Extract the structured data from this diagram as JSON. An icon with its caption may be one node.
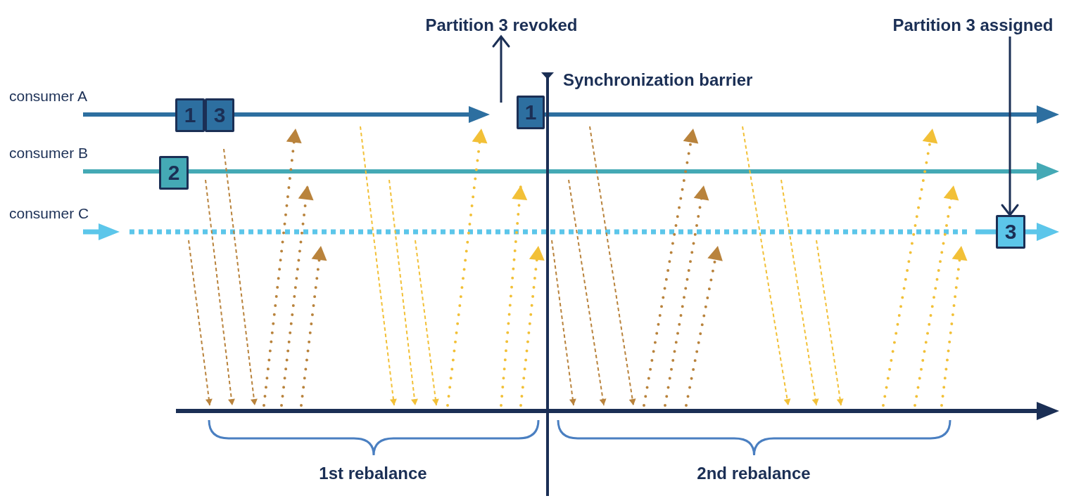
{
  "diagram": {
    "nodes": [
      {
        "text": [
          "1"
        ]
      },
      {
        "text": [
          "3"
        ]
      },
      {
        "text": [
          "2"
        ]
      },
      {
        "text": [
          "Partition 3 revoked"
        ]
      },
      {
        "text": [
          "1"
        ]
      },
      {
        "text": [
          "Partition 3 assigned"
        ]
      },
      {
        "text": [
          "3"
        ]
      }
    ],
    "edges": [
      {
        "from": null,
        "to": 3,
        "arrow": "to"
      },
      {
        "from": 5,
        "to": 6,
        "arrow": "to"
      }
    ],
    "labels": [
      "consumer A",
      "consumer B",
      "consumer C",
      "Synchronization barrier",
      "1st rebalance",
      "2nd rebalance"
    ]
  }
}
